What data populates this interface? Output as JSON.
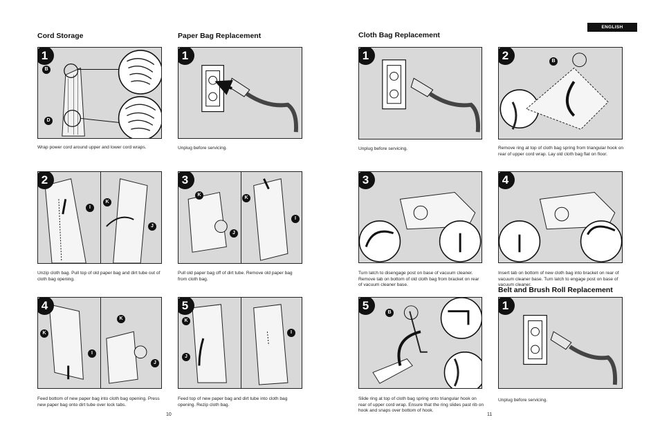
{
  "language_tab": "ENGLISH",
  "headings": {
    "cord_storage": "Cord Storage",
    "paper_bag": "Paper Bag Replacement",
    "cloth_bag": "Cloth Bag Replacement",
    "belt_brush": "Belt and Brush Roll Replacement"
  },
  "page_numbers": {
    "left": "10",
    "right": "11"
  },
  "panels": {
    "cord1": {
      "step": "1",
      "labels": [
        "B",
        "D"
      ],
      "caption": "Wrap power cord around upper and lower cord wraps."
    },
    "paper1": {
      "step": "1",
      "caption": "Unplug before servicing."
    },
    "cord2": {
      "step": "2",
      "labels": [
        "I",
        "K",
        "J"
      ],
      "caption": "Unzip cloth bag. Pull top of old paper bag and dirt tube out of cloth bag opening."
    },
    "paper3": {
      "step": "3",
      "labels": [
        "K",
        "J",
        "K",
        "I"
      ],
      "caption": "Pull old paper bag off of dirt tube. Remove old paper bag from cloth bag."
    },
    "cord4": {
      "step": "4",
      "labels": [
        "K",
        "I",
        "K",
        "J"
      ],
      "caption": "Feed bottom of new paper bag into cloth bag opening. Press new paper bag onto dirt tube over lock tabs."
    },
    "paper5": {
      "step": "5",
      "labels": [
        "K",
        "J",
        "I"
      ],
      "caption": "Feed top of new paper bag and dirt tube into cloth bag opening. Rezip cloth bag."
    },
    "cloth1": {
      "step": "1",
      "caption": "Unplug before servicing."
    },
    "cloth2": {
      "step": "2",
      "labels": [
        "B"
      ],
      "caption": "Remove ring at top of cloth bag spring from triangular hook on rear of upper cord wrap.  Lay old cloth bag flat on floor."
    },
    "cloth3": {
      "step": "3",
      "caption": "Turn latch to disengage post on base of vacuum cleaner. Remove tab on bottom of old cloth bag from bracket on rear of vacuum cleaner base."
    },
    "cloth4": {
      "step": "4",
      "caption": "Insert tab on bottom of new cloth bag into bracket on rear of vacuum cleaner base. Turn latch to engage post on base of vacuum cleaner."
    },
    "cloth5": {
      "step": "5",
      "labels": [
        "B"
      ],
      "caption": "Slide ring at top of cloth bag spring onto triangular hook on rear of upper cord wrap. Ensure that the ring slides past rib on hook and snaps over bottom of hook."
    },
    "belt1": {
      "step": "1",
      "caption": "Unplug before servicing."
    }
  }
}
